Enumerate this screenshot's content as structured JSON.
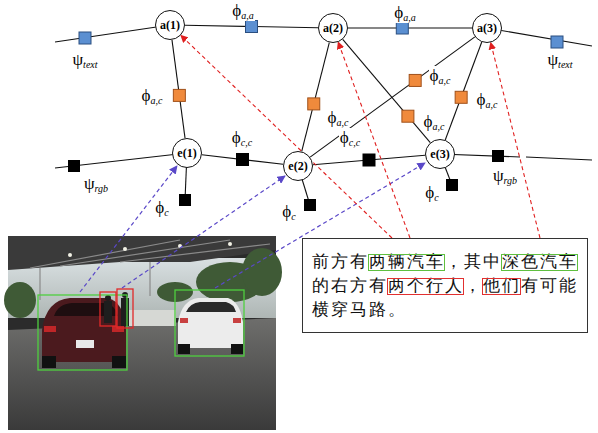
{
  "diagram": {
    "nodes": [
      {
        "text": [
          "a(1)"
        ]
      },
      {
        "text": [
          "a(2)"
        ]
      },
      {
        "text": [
          "a(3)"
        ]
      },
      {
        "text": [
          "e(1)"
        ]
      },
      {
        "text": [
          "e(2)"
        ]
      },
      {
        "text": [
          "e(3)"
        ]
      },
      {
        "text": [
          "前方有两辆汽车，其中深色汽车的右方有两个行人，他们有可能横穿马路。"
        ]
      }
    ],
    "edges": [
      {
        "from": 0,
        "to": 1,
        "arrow": "none",
        "label": "ϕa,a"
      },
      {
        "from": 1,
        "to": 2,
        "arrow": "none",
        "label": "ϕa,a"
      },
      {
        "from": 0,
        "to": 3,
        "arrow": "none",
        "label": "ϕa,c"
      },
      {
        "from": 1,
        "to": 4,
        "arrow": "none",
        "label": "ϕa,c"
      },
      {
        "from": 2,
        "to": 4,
        "arrow": "none",
        "label": "ϕa,c"
      },
      {
        "from": 1,
        "to": 5,
        "arrow": "none",
        "label": "ϕa,c"
      },
      {
        "from": 2,
        "to": 5,
        "arrow": "none",
        "label": "ϕa,c"
      },
      {
        "from": 3,
        "to": 4,
        "arrow": "none",
        "label": "ϕc,c"
      },
      {
        "from": 4,
        "to": 5,
        "arrow": "none",
        "label": "ϕc,c"
      },
      {
        "from": 6,
        "to": 0,
        "arrow": "to"
      },
      {
        "from": 6,
        "to": 1,
        "arrow": "to"
      },
      {
        "from": 6,
        "to": 2,
        "arrow": "to"
      }
    ],
    "labels": [
      "ψtext",
      "ψtext",
      "ψrgb",
      "ψrgb",
      "ϕc",
      "ϕc",
      "ϕc"
    ]
  }
}
